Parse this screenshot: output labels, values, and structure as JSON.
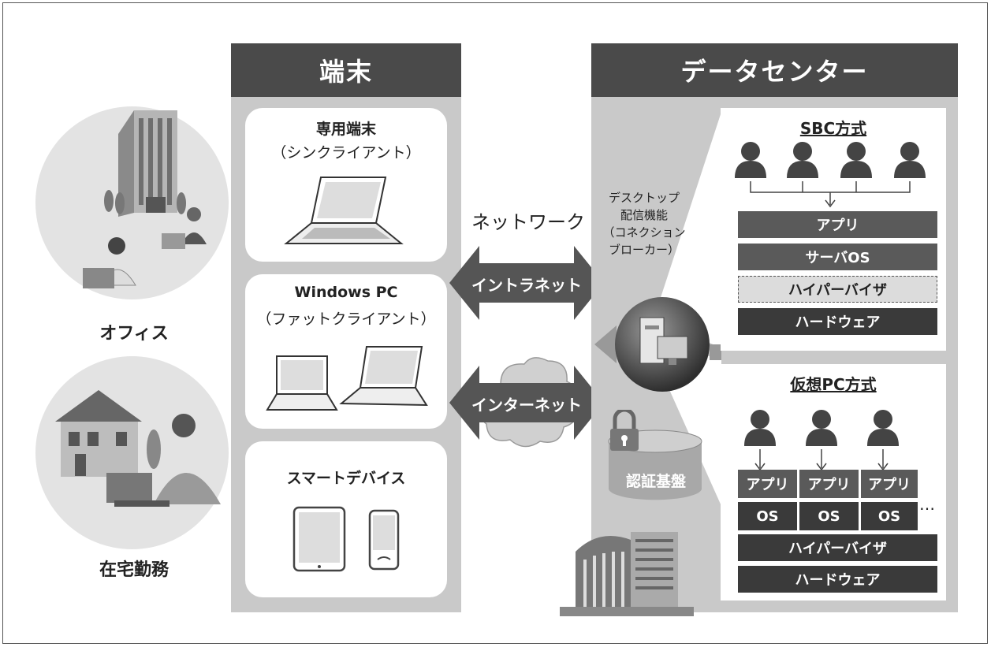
{
  "terminal": {
    "header": "端末",
    "cards": {
      "thin_client": {
        "title": "専用端末",
        "subtitle": "（シンクライアント）"
      },
      "windows_pc": {
        "title": "Windows PC",
        "subtitle": "（ファットクライアント）"
      },
      "smart_device": {
        "title": "スマートデバイス"
      }
    }
  },
  "locations": {
    "office": "オフィス",
    "home": "在宅勤務"
  },
  "network": {
    "label": "ネットワーク",
    "intranet": "イントラネット",
    "internet": "インターネット"
  },
  "datacenter": {
    "header": "データセンター",
    "broker_lines": [
      "デスクトップ",
      "配信機能",
      "（コネクション",
      "ブローカー）"
    ],
    "auth": "認証基盤",
    "sbc": {
      "title": "SBC方式",
      "layers": [
        "アプリ",
        "サーバOS",
        "ハイパーバイザ",
        "ハードウェア"
      ]
    },
    "vdi": {
      "title": "仮想PC方式",
      "apps": [
        "アプリ",
        "アプリ",
        "アプリ"
      ],
      "os": [
        "OS",
        "OS",
        "OS"
      ],
      "ellipsis": "…",
      "layers": [
        "ハイパーバイザ",
        "ハードウェア"
      ]
    }
  },
  "colors": {
    "column_bg": "#c9c9c9",
    "header_bg": "#4a4a4a",
    "layer_mid": "#5a5a5a",
    "layer_dark": "#3a3a3a",
    "arrow": "#555555"
  }
}
